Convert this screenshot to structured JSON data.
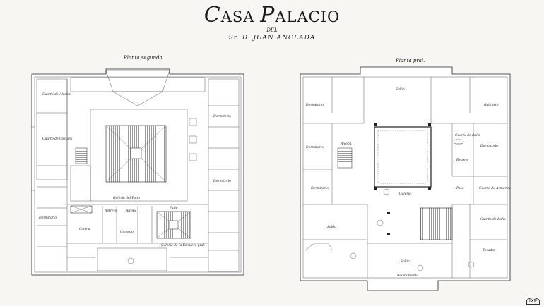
{
  "header": {
    "title_cap1": "C",
    "title_word1": "ASA ",
    "title_cap2": "P",
    "title_word2": "ALACIO",
    "del": "DEL",
    "owner": "Sr. D. JUAN ANGLADA"
  },
  "plans": {
    "left_label": "Planta segunda",
    "right_label": "Planta pral."
  },
  "left_rooms": {
    "cuarto_de_alcoba": "Cuarto de Alcoba",
    "cuarto_de_costura": "Cuarto de Costura",
    "dormitorio_left": "Dormitorio",
    "dormitorio_top_right": "Dormitorio",
    "dormitorio_right": "Dormitorio",
    "galeria_del_patio": "Galería del Patio",
    "galeria_escalera": "Galería de la Escalera pral.",
    "cocina": "Cocina",
    "comedor": "Comedor",
    "retrete": "Retrete",
    "alcoba": "Alcoba",
    "patio": "Patio"
  },
  "right_rooms": {
    "salon_top": "Salón",
    "gabinete": "Gabinete",
    "dormitorio_1": "Dormitorio",
    "dormitorio_2": "Dormitorio",
    "dormitorio_3": "Dormitorio",
    "dormitorio_4": "Dormitorio",
    "alcoba": "Alcoba",
    "cuarto_de_bano": "Cuarto de Baño",
    "retrete": "Retrete",
    "paso": "Paso",
    "galeria": "Galería",
    "cuarto_de_armarios": "Cuarto de Armarios",
    "cuarto_de_bano_2": "Cuarto de Baño",
    "salon_left": "Salón",
    "salon_bottom": "Salón",
    "recibimiento": "Recibimiento",
    "tocador": "Tocador"
  },
  "stamp": "IXP"
}
